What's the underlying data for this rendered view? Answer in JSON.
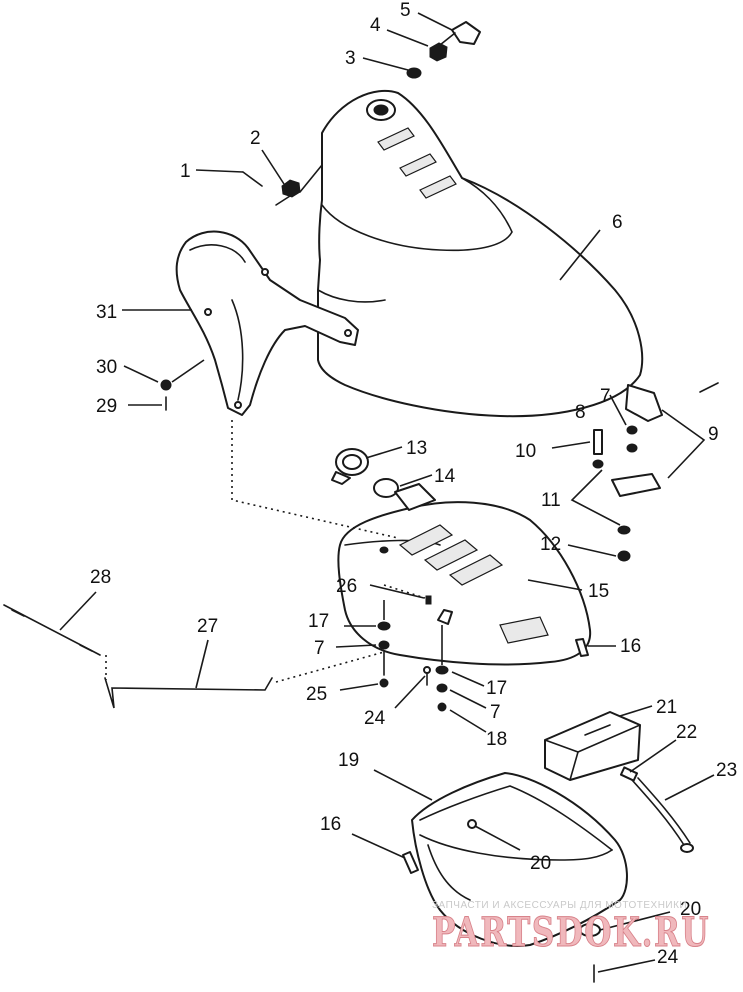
{
  "labels": {
    "l1": "1",
    "l2": "2",
    "l3": "3",
    "l4": "4",
    "l5": "5",
    "l6": "6",
    "l7a": "7",
    "l7b": "7",
    "l7c": "7",
    "l8": "8",
    "l9": "9",
    "l10": "10",
    "l11": "11",
    "l12": "12",
    "l13": "13",
    "l14": "14",
    "l15": "15",
    "l16a": "16",
    "l16b": "16",
    "l17a": "17",
    "l17b": "17",
    "l18": "18",
    "l19": "19",
    "l20a": "20",
    "l20b": "20",
    "l21": "21",
    "l22": "22",
    "l23": "23",
    "l24a": "24",
    "l24b": "24",
    "l25": "25",
    "l26": "26",
    "l27": "27",
    "l28": "28",
    "l29": "29",
    "l30": "30",
    "l31": "31"
  },
  "watermark": {
    "tagline": "ЗАПЧАСТИ И АКСЕССУАРЫ ДЛЯ МОТОТЕХНИКИ",
    "logo": "PARTSDOK.RU"
  }
}
